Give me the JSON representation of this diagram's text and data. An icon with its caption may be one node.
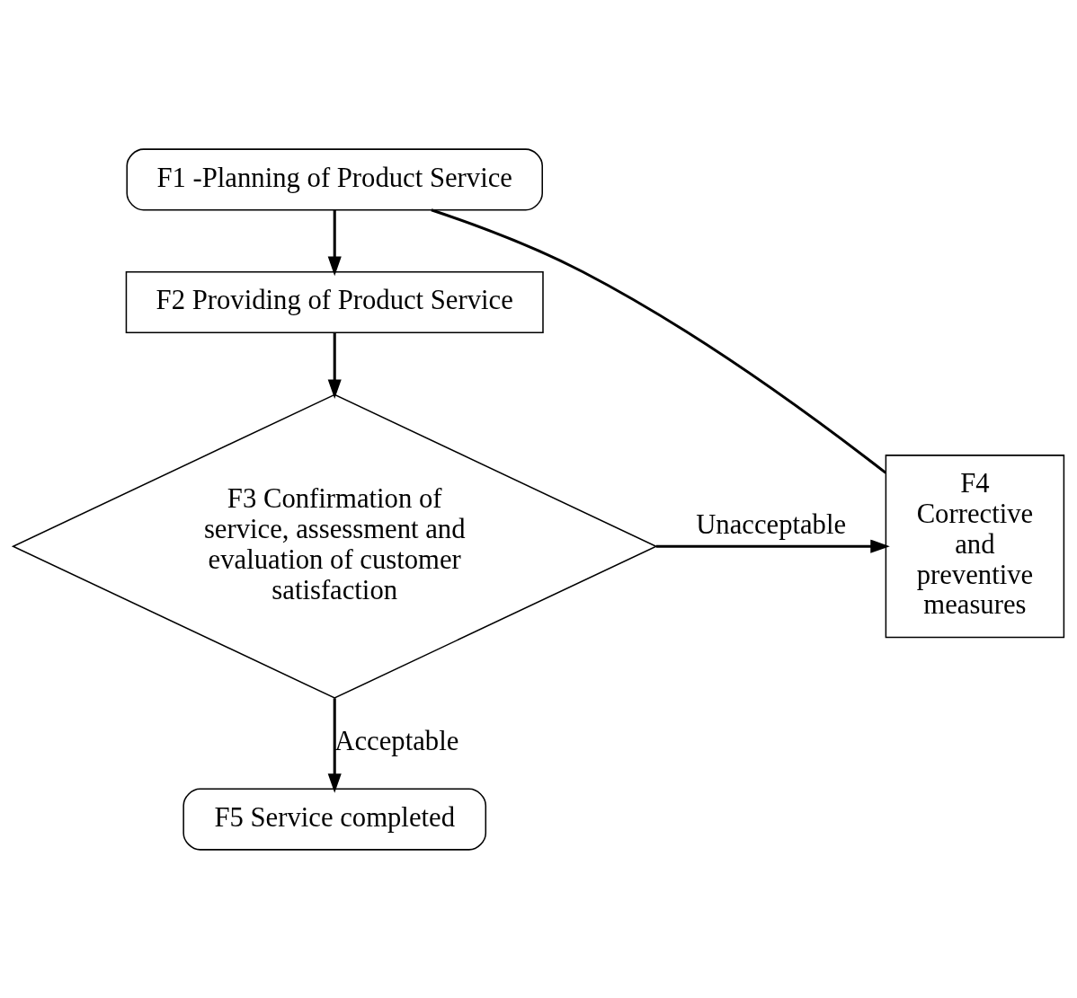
{
  "diagram": {
    "nodes": [
      {
        "text": [
          "F1 -Planning of Product Service"
        ]
      },
      {
        "text": [
          "F2 Providing of Product Service"
        ]
      },
      {
        "text": [
          "F3 Confirmation of service, assessment and evaluation of customer satisfaction"
        ]
      },
      {
        "text": [
          "F4 Corrective and preventive measures"
        ]
      },
      {
        "text": [
          "F5 Service completed"
        ]
      }
    ],
    "edges": [
      {
        "from": 0,
        "to": 1,
        "arrow": "to"
      },
      {
        "from": 1,
        "to": 2,
        "arrow": "to"
      },
      {
        "from": 2,
        "to": 3,
        "arrow": "to",
        "label": "Unacceptable"
      },
      {
        "from": 2,
        "to": 4,
        "arrow": "to",
        "label": "Acceptable"
      },
      {
        "from": 3,
        "to": 0,
        "arrow": "none"
      }
    ]
  }
}
